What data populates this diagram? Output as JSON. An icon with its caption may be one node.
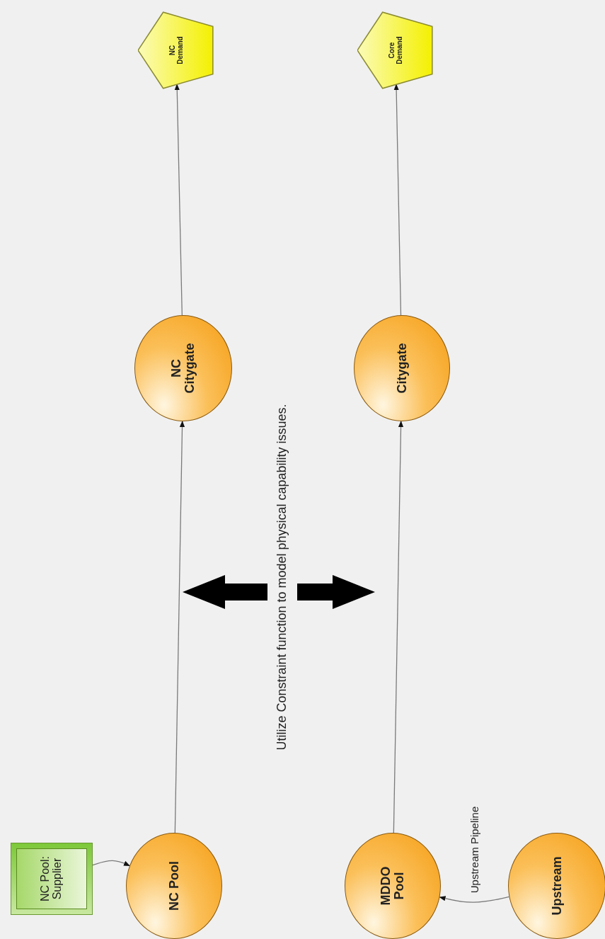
{
  "diagram": {
    "nodes": [
      {
        "text": [
          "NC Pool: Supplier"
        ]
      },
      {
        "text": [
          "NC Pool"
        ]
      },
      {
        "text": [
          "NC Citygate"
        ]
      },
      {
        "text": [
          "NC Demand"
        ]
      },
      {
        "text": [
          "MDDO Pool"
        ]
      },
      {
        "text": [
          "Citygate"
        ]
      },
      {
        "text": [
          "Core Demand"
        ]
      },
      {
        "text": [
          "Upstream"
        ]
      }
    ],
    "edges": [
      {
        "from": 0,
        "to": 1,
        "arrow": "to"
      },
      {
        "from": 1,
        "to": 2,
        "arrow": "to"
      },
      {
        "from": 2,
        "to": 3,
        "arrow": "to"
      },
      {
        "from": 4,
        "to": 5,
        "arrow": "to"
      },
      {
        "from": 5,
        "to": 6,
        "arrow": "to"
      },
      {
        "from": 7,
        "to": 4,
        "arrow": "to",
        "label": "Upstream Pipeline"
      }
    ],
    "labels": [
      "Utilize Constraint function to model physical capability issues."
    ]
  }
}
